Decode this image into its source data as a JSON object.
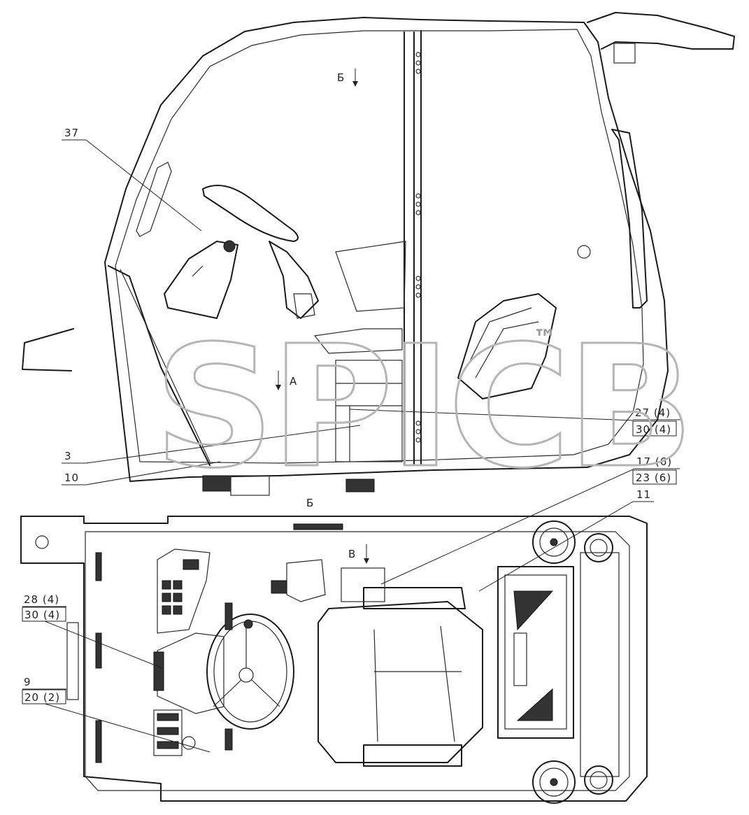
{
  "watermark": {
    "text": "SPICB",
    "trademark": "™"
  },
  "views": {
    "side": {
      "label_b": "Б",
      "label_a": "А"
    },
    "top": {
      "title": "Б",
      "label_v": "В"
    }
  },
  "callouts": {
    "c37": "37",
    "c27": "27 (4)",
    "c30a": "30 (4)",
    "c3": "3",
    "c10": "10",
    "c17": "17 (6)",
    "c23": "23 (6)",
    "c11": "11",
    "c28": "28 (4)",
    "c30b": "30 (4)",
    "c9": "9",
    "c20": "20 (2)"
  }
}
